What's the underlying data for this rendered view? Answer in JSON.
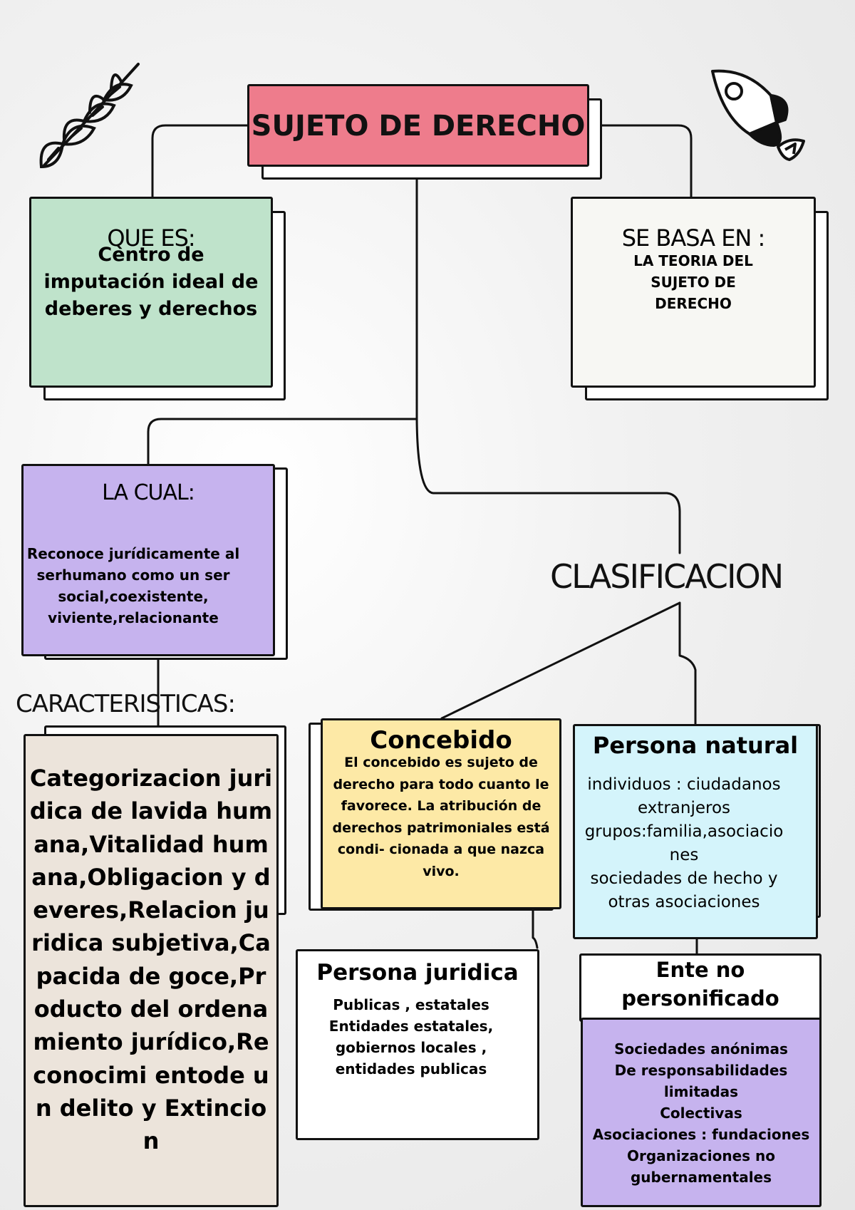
{
  "title": "SUJETO DE DERECHO",
  "que_es": {
    "heading": "QUE ES:",
    "text": "Centro de imputación ideal de deberes y derechos"
  },
  "se_basa": {
    "heading": "SE BASA EN :",
    "text": "LA TEORIA DEL SUJETO DE DERECHO"
  },
  "la_cual": {
    "heading": "LA CUAL:",
    "text": "Reconoce jurídicamente al serhumano como un ser social,coexistente, viviente,relacionante"
  },
  "caracteristicas": {
    "heading": "CARACTERISTICAS:",
    "text": "Categorizacion juridica de lavida humana,Vitalidad humana,Obligacion y deveres,Relacion juridica subjetiva,Capacida de goce,Producto del ordenamiento jurídico,Reconocimi entode un delito y Extincion"
  },
  "clasificacion": {
    "heading": "CLASIFICACION"
  },
  "concebido": {
    "heading": "Concebido",
    "text": "El concebido es sujeto de derecho para todo cuanto le favorece. La atribución de derechos patrimoniales está condi- cionada a que nazca vivo."
  },
  "persona_natural": {
    "heading": "Persona natural",
    "lines": [
      "individuos : ciudadanos",
      "extranjeros",
      "grupos:familia,asociacio",
      "nes",
      "sociedades de hecho y",
      "otras asociaciones"
    ]
  },
  "persona_juridica": {
    "heading": "Persona juridica",
    "lines": [
      "Publicas , estatales",
      "Entidades estatales,",
      "gobiernos locales ,",
      "entidades publicas"
    ]
  },
  "ente_no": {
    "heading": "Ente no personificado",
    "lines": [
      "Sociedades anónimas",
      "De responsabilidades",
      "limitadas",
      "Colectivas",
      "Asociaciones : fundaciones",
      "Organizaciones no",
      "gubernamentales"
    ]
  },
  "colors": {
    "title_bg": "#ee7c8c",
    "que_es_bg": "#bfe3cb",
    "se_basa_bg": "#f7f7f3",
    "la_cual_bg": "#c6b3ee",
    "caracteristicas_bg": "#ece4db",
    "concebido_bg": "#fde9a6",
    "persona_natural_bg": "#d4f4fb",
    "persona_juridica_bg": "#ffffff",
    "ente_no_bg": "#c6b3ee",
    "line": "#111111"
  },
  "icons": [
    "leaf-sprig-icon",
    "rocket-icon"
  ]
}
